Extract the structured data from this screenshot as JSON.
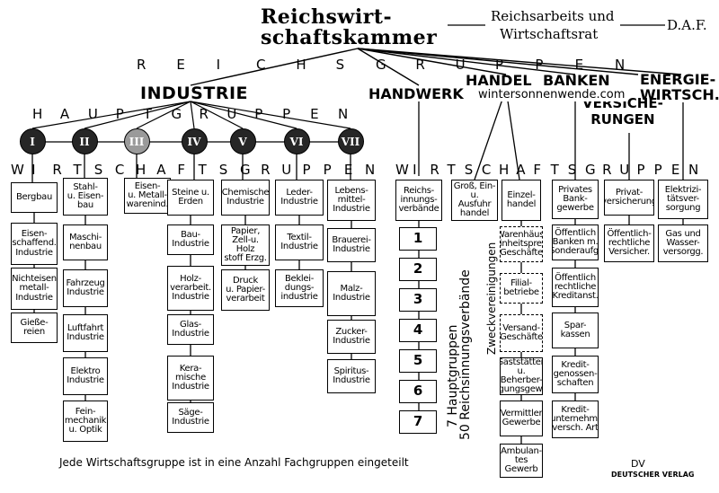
{
  "header": {
    "title_line1": "Reichswirt-",
    "title_line2": "schaftskammer",
    "ministry_line1": "Reichsarbeits und",
    "ministry_line2": "Wirtschaftsrat",
    "daf": "D.A.F."
  },
  "reichsgruppen_label": [
    "R",
    "E",
    "I",
    "C",
    "H",
    "S",
    "G",
    "R",
    "U",
    "P",
    "P",
    "E",
    "N"
  ],
  "groups": {
    "industrie": "INDUSTRIE",
    "handwerk": "HANDWERK",
    "handel": "HANDEL",
    "banken": "BANKEN",
    "versicherungen": "VERSICHE-\nRUNGEN",
    "energie": "ENERGIE-\nWIRTSCH."
  },
  "watermark": "wintersonnenwende.com",
  "hauptgruppen_label": [
    "H",
    "A",
    "U",
    "P",
    "T",
    "G",
    "R",
    "U",
    "P",
    "P",
    "E",
    "N"
  ],
  "hauptgruppen": [
    "I",
    "II",
    "III",
    "IV",
    "V",
    "VI",
    "VII"
  ],
  "wirtschaftsgruppen_label_1": [
    "W",
    "I",
    "R",
    "T",
    "S",
    "C",
    "H",
    "A",
    "F",
    "T",
    "S",
    "G",
    "R",
    "U",
    "P",
    "P",
    "E",
    "N"
  ],
  "wirtschaftsgruppen_label_2": [
    "W",
    "I",
    "R",
    "T",
    "S",
    "C",
    "H",
    "A",
    "F",
    "T",
    "S",
    "G",
    "R",
    "U",
    "P",
    "P",
    "E",
    "N"
  ],
  "industry_columns": [
    [
      "Bergbau",
      "Eisen-\nschaffend.\nIndustrie",
      "Nichteisen\nmetall-\nIndustrie",
      "Gieße-\nreien"
    ],
    [
      "Stahl-\nu. Eisen-\nbau",
      "Maschi-\nnenbau",
      "Fahrzeug\nIndustrie",
      "Luftfahrt\nIndustrie",
      "Elektro\nIndustrie",
      "Fein-\nmechanik\nu. Optik"
    ],
    [
      "Eisen-\nu. Metall-\nwarenind."
    ],
    [
      "Steine u.\nErden",
      "Bau-\nIndustrie",
      "Holz-\nverarbeit.\nIndustrie",
      "Glas-\nIndustrie",
      "Kera-\nmische\nIndustrie",
      "Säge-\nIndustrie"
    ],
    [
      "Chemische\nIndustrie",
      "Papier,\nZell-u. Holz\nstoff Erzg.",
      "Druck\nu. Papier-\nverarbeit"
    ],
    [
      "Leder-\nIndustrie",
      "Textil-\nIndustrie",
      "Beklei-\ndungs-\nindustrie"
    ],
    [
      "Lebens-\nmittel-\nIndustrie",
      "Brauerei-\nIndustrie",
      "Malz-\nIndustrie",
      "Zucker-\nIndustrie",
      "Spiritus-\nIndustrie"
    ]
  ],
  "handwerk": {
    "box": "Reichs-\ninnungs-\nverbände",
    "numbers": [
      "1",
      "2",
      "3",
      "4",
      "5",
      "6",
      "7"
    ],
    "side_line1": "7 Hauptgruppen",
    "side_line2": "50 Reichsinnungsverbände"
  },
  "handel": {
    "grosshandel": "Groß, Ein-\nu. Ausfuhr\nhandel",
    "einzelhandel": "Einzel-\nhandel",
    "zweck": "Zweckvereinigungen",
    "sub": [
      "Warenhäus.\nEinheitspreis\nGeschäfte",
      "Filial-\nbetriebe",
      "Versand-\nGeschäfte",
      "Gaststätten\nu. Beherber-\ngungsgew.",
      "Vermittler\nGewerbe",
      "Ambulan-\ntes Gewerb"
    ]
  },
  "banken": [
    "Privates\nBank-\ngewerbe",
    "Öffentlich\nBanken m.\nSonderaufg.",
    "Öffentlich\nrechtliche\nKreditanst.",
    "Spar-\nkassen",
    "Kredit-\ngenossen-\nschaften",
    "Kredit-\nunternehm.\nversch. Art"
  ],
  "versicherungen": [
    "Privat-\nversicherung",
    "Öffentlich-\nrechtliche\nVersicher."
  ],
  "energie": [
    "Elektrizi-\ntätsver-\nsorgung",
    "Gas und\nWasser-\nversorgg."
  ],
  "footer": {
    "note": "Jede Wirtschaftsgruppe ist in eine Anzahl Fachgruppen eingeteilt",
    "publisher_line1": "DV",
    "publisher_line2": "DEUTSCHER VERLAG"
  }
}
